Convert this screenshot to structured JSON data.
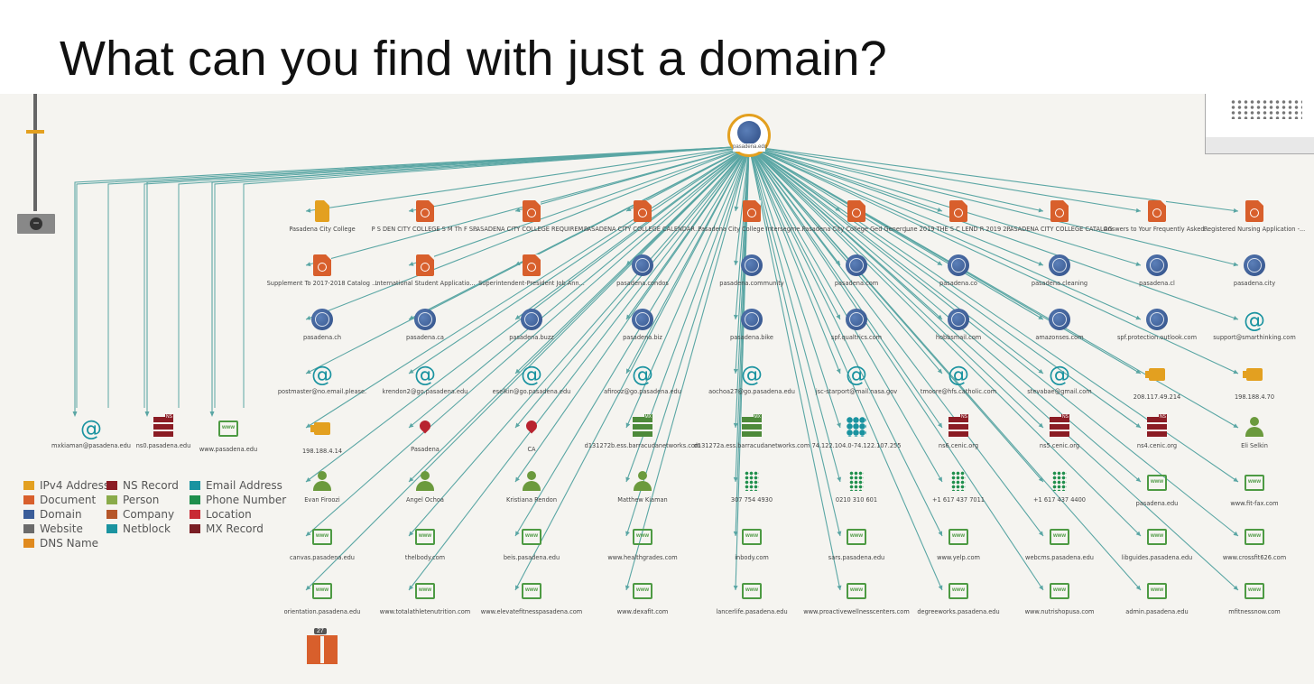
{
  "title": "What can you find with just a domain?",
  "root": {
    "label": "pasadena.edu"
  },
  "left_nodes": [
    {
      "type": "email",
      "label": "mxkiaman@pasadena.edu"
    },
    {
      "type": "ns",
      "label": "ns0.pasadena.edu"
    },
    {
      "type": "website",
      "label": "www.pasadena.edu"
    }
  ],
  "rows": [
    [
      {
        "type": "company",
        "label": "Pasadena City College"
      },
      {
        "type": "document",
        "label": "P S DEN CITY COLLEGE S M Th F S..."
      },
      {
        "type": "document",
        "label": "PASADENA CITY COLLEGE REQUIREMEN..."
      },
      {
        "type": "document",
        "label": "PASADENA CITY COLLEGE CALENDAR 2..."
      },
      {
        "type": "document",
        "label": "Pasadena City College Intersegme..."
      },
      {
        "type": "document",
        "label": "Pasadena City College Ged Generc..."
      },
      {
        "type": "document",
        "label": "June 2019 THE S C LEND R 2019 2..."
      },
      {
        "type": "document",
        "label": "PASADENA CITY COLLEGE CATALOG"
      },
      {
        "type": "document",
        "label": "Answers to Your Frequently Asked..."
      },
      {
        "type": "document",
        "label": "Registered Nursing Application -..."
      }
    ],
    [
      {
        "type": "document",
        "label": "Supplement To 2017-2018 Catalog ..."
      },
      {
        "type": "document",
        "label": "International Student Applicatio..."
      },
      {
        "type": "document",
        "label": "Superintendent-President Job Ann..."
      },
      {
        "type": "domain",
        "label": "pasadena.condos"
      },
      {
        "type": "domain",
        "label": "pasadena.community"
      },
      {
        "type": "domain",
        "label": "pasadena.com"
      },
      {
        "type": "domain",
        "label": "pasadena.co"
      },
      {
        "type": "domain",
        "label": "pasadena.cleaning"
      },
      {
        "type": "domain",
        "label": "pasadena.cl"
      },
      {
        "type": "domain",
        "label": "pasadena.city"
      }
    ],
    [
      {
        "type": "domain",
        "label": "pasadena.ch"
      },
      {
        "type": "domain",
        "label": "pasadena.ca"
      },
      {
        "type": "domain",
        "label": "pasadena.buzz"
      },
      {
        "type": "domain",
        "label": "pasadena.biz"
      },
      {
        "type": "domain",
        "label": "pasadena.bike"
      },
      {
        "type": "domain",
        "label": "spf.qualtrics.com"
      },
      {
        "type": "domain",
        "label": "hobbsmail.com"
      },
      {
        "type": "domain",
        "label": "amazonses.com"
      },
      {
        "type": "domain",
        "label": "spf.protection.outlook.com"
      },
      {
        "type": "email",
        "label": "support@smarthinking.com"
      }
    ],
    [
      {
        "type": "email",
        "label": "postmaster@no.email.please."
      },
      {
        "type": "email",
        "label": "krendon2@go.pasadena.edu"
      },
      {
        "type": "email",
        "label": "eselkin@go.pasadena.edu"
      },
      {
        "type": "email",
        "label": "afirooz@go.pasadena.edu"
      },
      {
        "type": "email",
        "label": "aochoa27@go.pasadena.edu"
      },
      {
        "type": "email",
        "label": "jsc-starport@mail.nasa.gov"
      },
      {
        "type": "email",
        "label": "tmoore@hfs.catholic.com"
      },
      {
        "type": "email",
        "label": "stevabae@gmail.com"
      },
      {
        "type": "ipv4",
        "label": "208.117.49.214"
      },
      {
        "type": "ipv4",
        "label": "198.188.4.70"
      }
    ],
    [
      {
        "type": "ipv4",
        "label": "198.188.4.14"
      },
      {
        "type": "location",
        "label": "Pasadena"
      },
      {
        "type": "location",
        "label": "CA"
      },
      {
        "type": "mx",
        "label": "d131272b.ess.barracudanetworks.com"
      },
      {
        "type": "mx",
        "label": "d131272a.ess.barracudanetworks.com"
      },
      {
        "type": "netblock",
        "label": "74.122.104.0-74.122.107.255"
      },
      {
        "type": "ns",
        "label": "ns6.cenic.org"
      },
      {
        "type": "ns",
        "label": "ns5.cenic.org"
      },
      {
        "type": "ns",
        "label": "ns4.cenic.org"
      },
      {
        "type": "person",
        "label": "Eli Selkin"
      }
    ],
    [
      {
        "type": "person",
        "label": "Evan Firoozi"
      },
      {
        "type": "person",
        "label": "Angel Ochoa"
      },
      {
        "type": "person",
        "label": "Kristiana Rendon"
      },
      {
        "type": "person",
        "label": "Matthew Kiaman"
      },
      {
        "type": "phone",
        "label": "307 754 4930"
      },
      {
        "type": "phone",
        "label": "0210 310 601"
      },
      {
        "type": "phone",
        "label": "+1 617 437 7011"
      },
      {
        "type": "phone",
        "label": "+1 617 437 4400"
      },
      {
        "type": "website",
        "label": "pasadena.edu"
      },
      {
        "type": "website",
        "label": "www.fit-fax.com"
      }
    ],
    [
      {
        "type": "website",
        "label": "canvas.pasadena.edu"
      },
      {
        "type": "website",
        "label": "thelbody.com"
      },
      {
        "type": "website",
        "label": "beis.pasadena.edu"
      },
      {
        "type": "website",
        "label": "www.healthgrades.com"
      },
      {
        "type": "website",
        "label": "inbody.com"
      },
      {
        "type": "website",
        "label": "sars.pasadena.edu"
      },
      {
        "type": "website",
        "label": "www.yelp.com"
      },
      {
        "type": "website",
        "label": "webcms.pasadena.edu"
      },
      {
        "type": "website",
        "label": "libguides.pasadena.edu"
      },
      {
        "type": "website",
        "label": "www.crossfit626.com"
      }
    ],
    [
      {
        "type": "website",
        "label": "orientation.pasadena.edu"
      },
      {
        "type": "website",
        "label": "www.totalathletenutrition.com"
      },
      {
        "type": "website",
        "label": "www.elevatefitnesspasadena.com"
      },
      {
        "type": "website",
        "label": "www.dexafit.com"
      },
      {
        "type": "website",
        "label": "lancerlife.pasadena.edu"
      },
      {
        "type": "website",
        "label": "www.proactivewellnesscenters.com"
      },
      {
        "type": "website",
        "label": "degreeworks.pasadena.edu"
      },
      {
        "type": "website",
        "label": "www.nutrishopusa.com"
      },
      {
        "type": "website",
        "label": "admin.pasadena.edu"
      },
      {
        "type": "website",
        "label": "mfitnessnow.com"
      }
    ]
  ],
  "collapsed_count": "27",
  "legend": [
    {
      "label": "IPv4 Address",
      "color": "#e3a020"
    },
    {
      "label": "Document",
      "color": "#d85f2c"
    },
    {
      "label": "Domain",
      "color": "#3b5d99"
    },
    {
      "label": "Website",
      "color": "#6b6b6b"
    },
    {
      "label": "DNS Name",
      "color": "#e08a1e"
    },
    {
      "label": "NS Record",
      "color": "#8b1c24"
    },
    {
      "label": "Person",
      "color": "#8aab4a"
    },
    {
      "label": "Company",
      "color": "#b6572a"
    },
    {
      "label": "Netblock",
      "color": "#1a93a0"
    },
    {
      "label": "Email Address",
      "color": "#1a93a0"
    },
    {
      "label": "Phone Number",
      "color": "#1f8f4c"
    },
    {
      "label": "Location",
      "color": "#c82a34"
    },
    {
      "label": "MX Record",
      "color": "#7a1e24"
    }
  ],
  "colors": {
    "edge": "#5aa6a4",
    "document": "#d85f2c",
    "company": "#e3a020",
    "domain": "#3b5d99"
  }
}
